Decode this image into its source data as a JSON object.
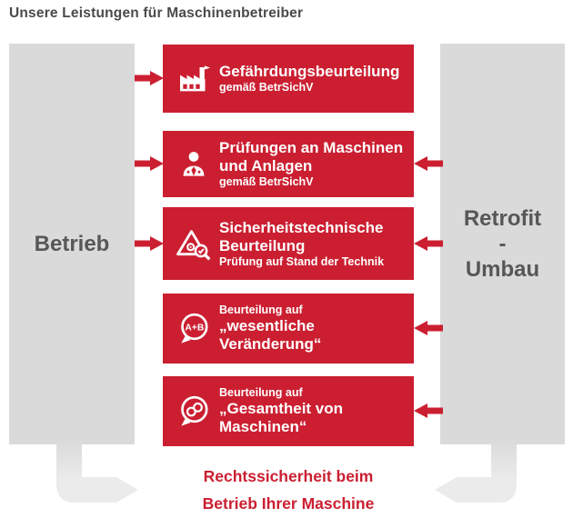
{
  "title": "Unsere Leistungen für Maschinenbetreiber",
  "banners": {
    "left": "Betrieb",
    "right": "Retrofit\n-\nUmbau"
  },
  "boxes": [
    {
      "icon": "factory-icon",
      "title": "Gefährdungsbeurteilung",
      "sub": "gemäß BetrSichV",
      "arrow_left": true,
      "arrow_right": false
    },
    {
      "icon": "inspector-person-icon",
      "title": "Prüfungen an Maschinen\nund Anlagen",
      "sub": "gemäß BetrSichV",
      "arrow_left": true,
      "arrow_right": true
    },
    {
      "icon": "warning-magnifier-icon",
      "title": "Sicherheitstechnische\nBeurteilung",
      "sub": "Prüfung auf Stand der Technik",
      "arrow_left": true,
      "arrow_right": true
    },
    {
      "icon": "speech-bubble-ab-icon",
      "pre": "Beurteilung auf",
      "title": "„wesentliche Veränderung“",
      "arrow_left": false,
      "arrow_right": true
    },
    {
      "icon": "speech-bubble-chain-icon",
      "pre": "Beurteilung auf",
      "title": "„Gesamtheit von Maschinen“",
      "arrow_left": false,
      "arrow_right": true
    }
  ],
  "footer": "Rechtssicherheit beim\nBetrieb Ihrer Maschine",
  "colors": {
    "red": "#cb1f31",
    "banner_gray": "#dadada",
    "ribbon_gray": "#ebebeb",
    "title_gray": "#4a4a4c",
    "banner_text_gray": "#57575a",
    "white": "#ffffff"
  }
}
